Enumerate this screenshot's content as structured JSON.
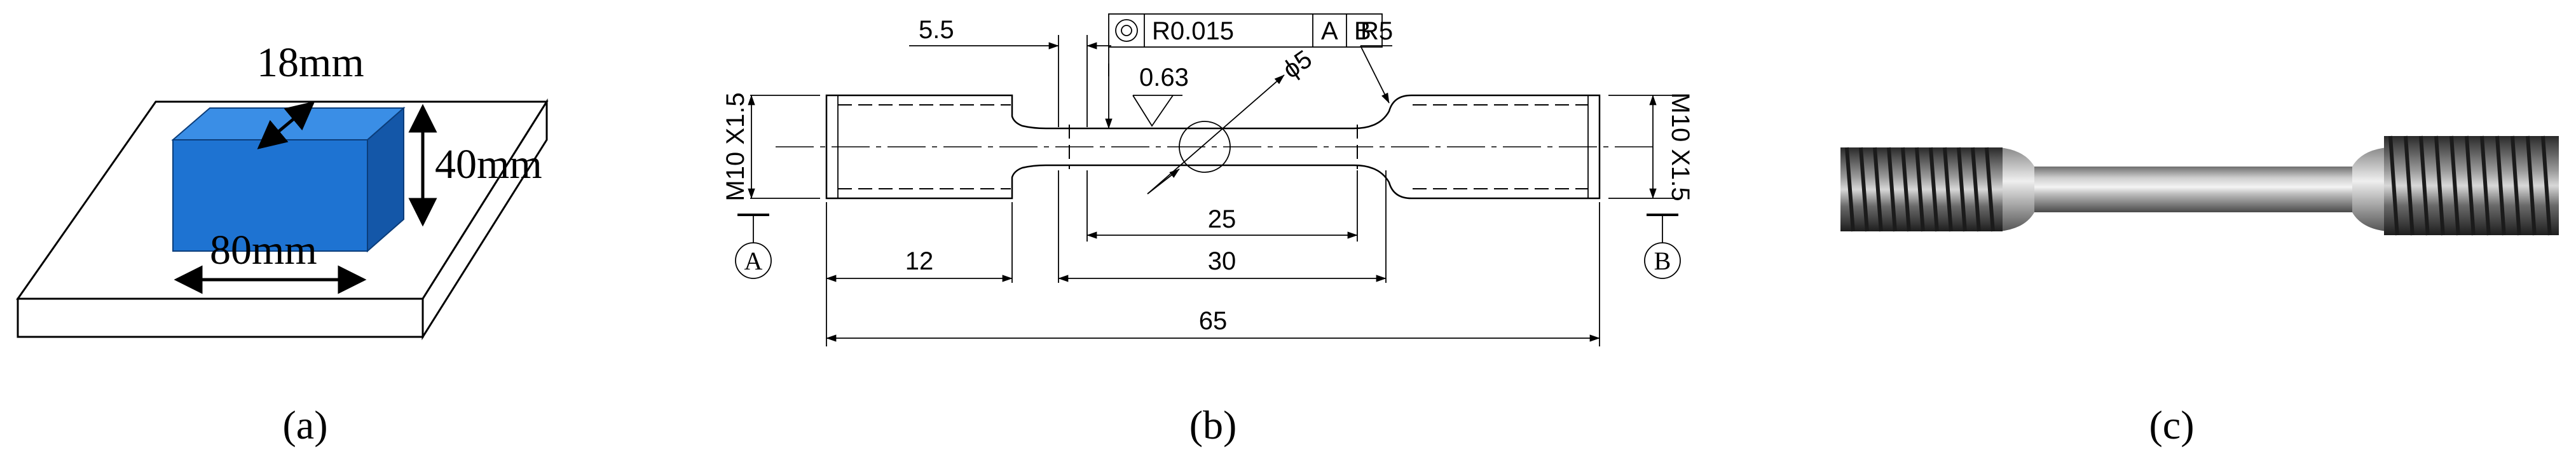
{
  "panel_a": {
    "dim_width": "18mm",
    "dim_height": "40mm",
    "dim_length": "80mm",
    "caption": "(a)",
    "colors": {
      "block_front": "#1e73d2",
      "block_top": "#3a8ee6",
      "block_side": "#1457a8"
    }
  },
  "panel_b": {
    "dim_5_5": "5.5",
    "tolerance_value": "R0.015",
    "datum_a_ref": "A",
    "datum_b_ref": "B",
    "roughness": "0.63",
    "diameter": "ϕ5",
    "radius": "R5",
    "thread_left": "M10 X1.5",
    "thread_right": "M10 X1.5",
    "datum_a": "A",
    "datum_b": "B",
    "dim_12": "12",
    "dim_25": "25",
    "dim_30": "30",
    "dim_65": "65",
    "caption": "(b)",
    "icons": {
      "concentricity": "concentricity-icon",
      "roughness": "surface-roughness-icon"
    }
  },
  "panel_c": {
    "caption": "(c)",
    "colors": {
      "metal_dark": "#3a3a3a",
      "metal_light": "#e6e6e6"
    }
  }
}
